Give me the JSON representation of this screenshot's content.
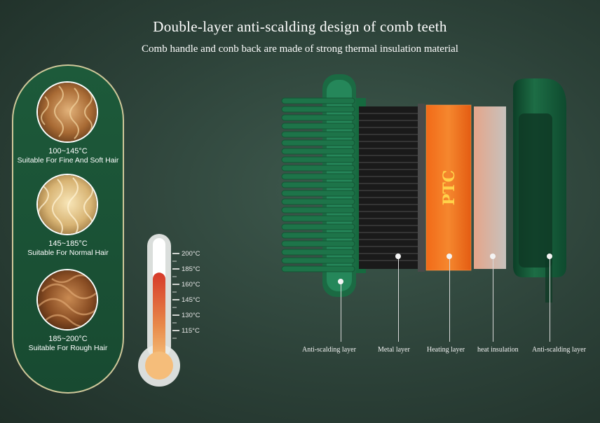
{
  "header": {
    "title": "Double-layer anti-scalding design of comb teeth",
    "subtitle": "Comb handle and conb back are made of strong thermal insulation material"
  },
  "hair_types": [
    {
      "temp": "100~145°C",
      "desc": "Suitable For Fine And Soft Hair"
    },
    {
      "temp": "145~185°C",
      "desc": "Suitable For Normal Hair"
    },
    {
      "temp": "185~200°C",
      "desc": "Suitable For Rough  Hair"
    }
  ],
  "thermometer": {
    "scale": [
      "200°C",
      "185°C",
      "160°C",
      "145°C",
      "130°C",
      "115°C"
    ],
    "fill_level": 0.72
  },
  "device": {
    "ptc_label": "PTC"
  },
  "layers": [
    "Anti-scalding layer",
    "Metal layer",
    "Heating layer",
    "heat insulation",
    "Anti-scalding layer"
  ],
  "colors": {
    "accent_green": "#1f6a45",
    "heating_orange": "#f07a22",
    "panel_border": "#cfc89a"
  }
}
